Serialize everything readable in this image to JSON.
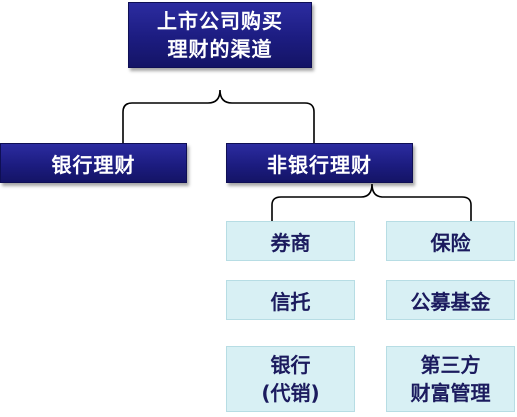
{
  "root": {
    "line1": "上市公司购买",
    "line2": "理财的渠道"
  },
  "bank": {
    "label": "银行理财"
  },
  "nonbank": {
    "label": "非银行理财"
  },
  "items": {
    "securities": "券商",
    "insurance": "保险",
    "trust": "信托",
    "public_fund": "公募基金",
    "bank_agency": {
      "line1": "银行",
      "line2": "(代销)"
    },
    "third_party": {
      "line1": "第三方",
      "line2": "财富管理"
    }
  },
  "colors": {
    "dark_box": "#1c1c80",
    "light_box": "#d8f0f4",
    "light_text": "#1b1b5e",
    "connector": "#000000"
  }
}
